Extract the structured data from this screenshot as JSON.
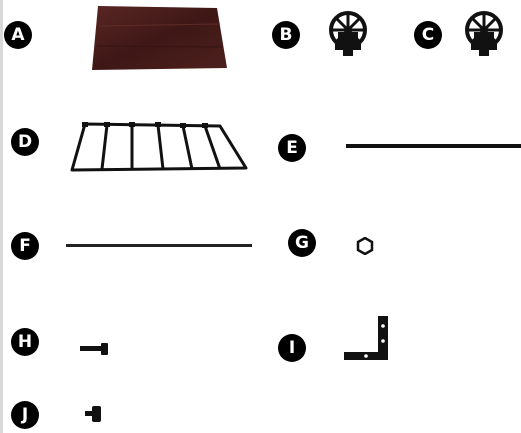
{
  "parts": [
    {
      "letter": "A",
      "icon": "wooden-board-icon"
    },
    {
      "letter": "B",
      "icon": "caster-wheel-icon"
    },
    {
      "letter": "C",
      "icon": "caster-wheel-icon"
    },
    {
      "letter": "D",
      "icon": "wire-rack-icon"
    },
    {
      "letter": "E",
      "icon": "long-rod-icon"
    },
    {
      "letter": "F",
      "icon": "long-rod-icon"
    },
    {
      "letter": "G",
      "icon": "nut-icon"
    },
    {
      "letter": "H",
      "icon": "bolt-icon"
    },
    {
      "letter": "I",
      "icon": "l-bracket-icon"
    },
    {
      "letter": "J",
      "icon": "screw-icon"
    }
  ],
  "colors": {
    "badge": "#000000",
    "board": "#4a1f1c",
    "metal": "#111111"
  }
}
